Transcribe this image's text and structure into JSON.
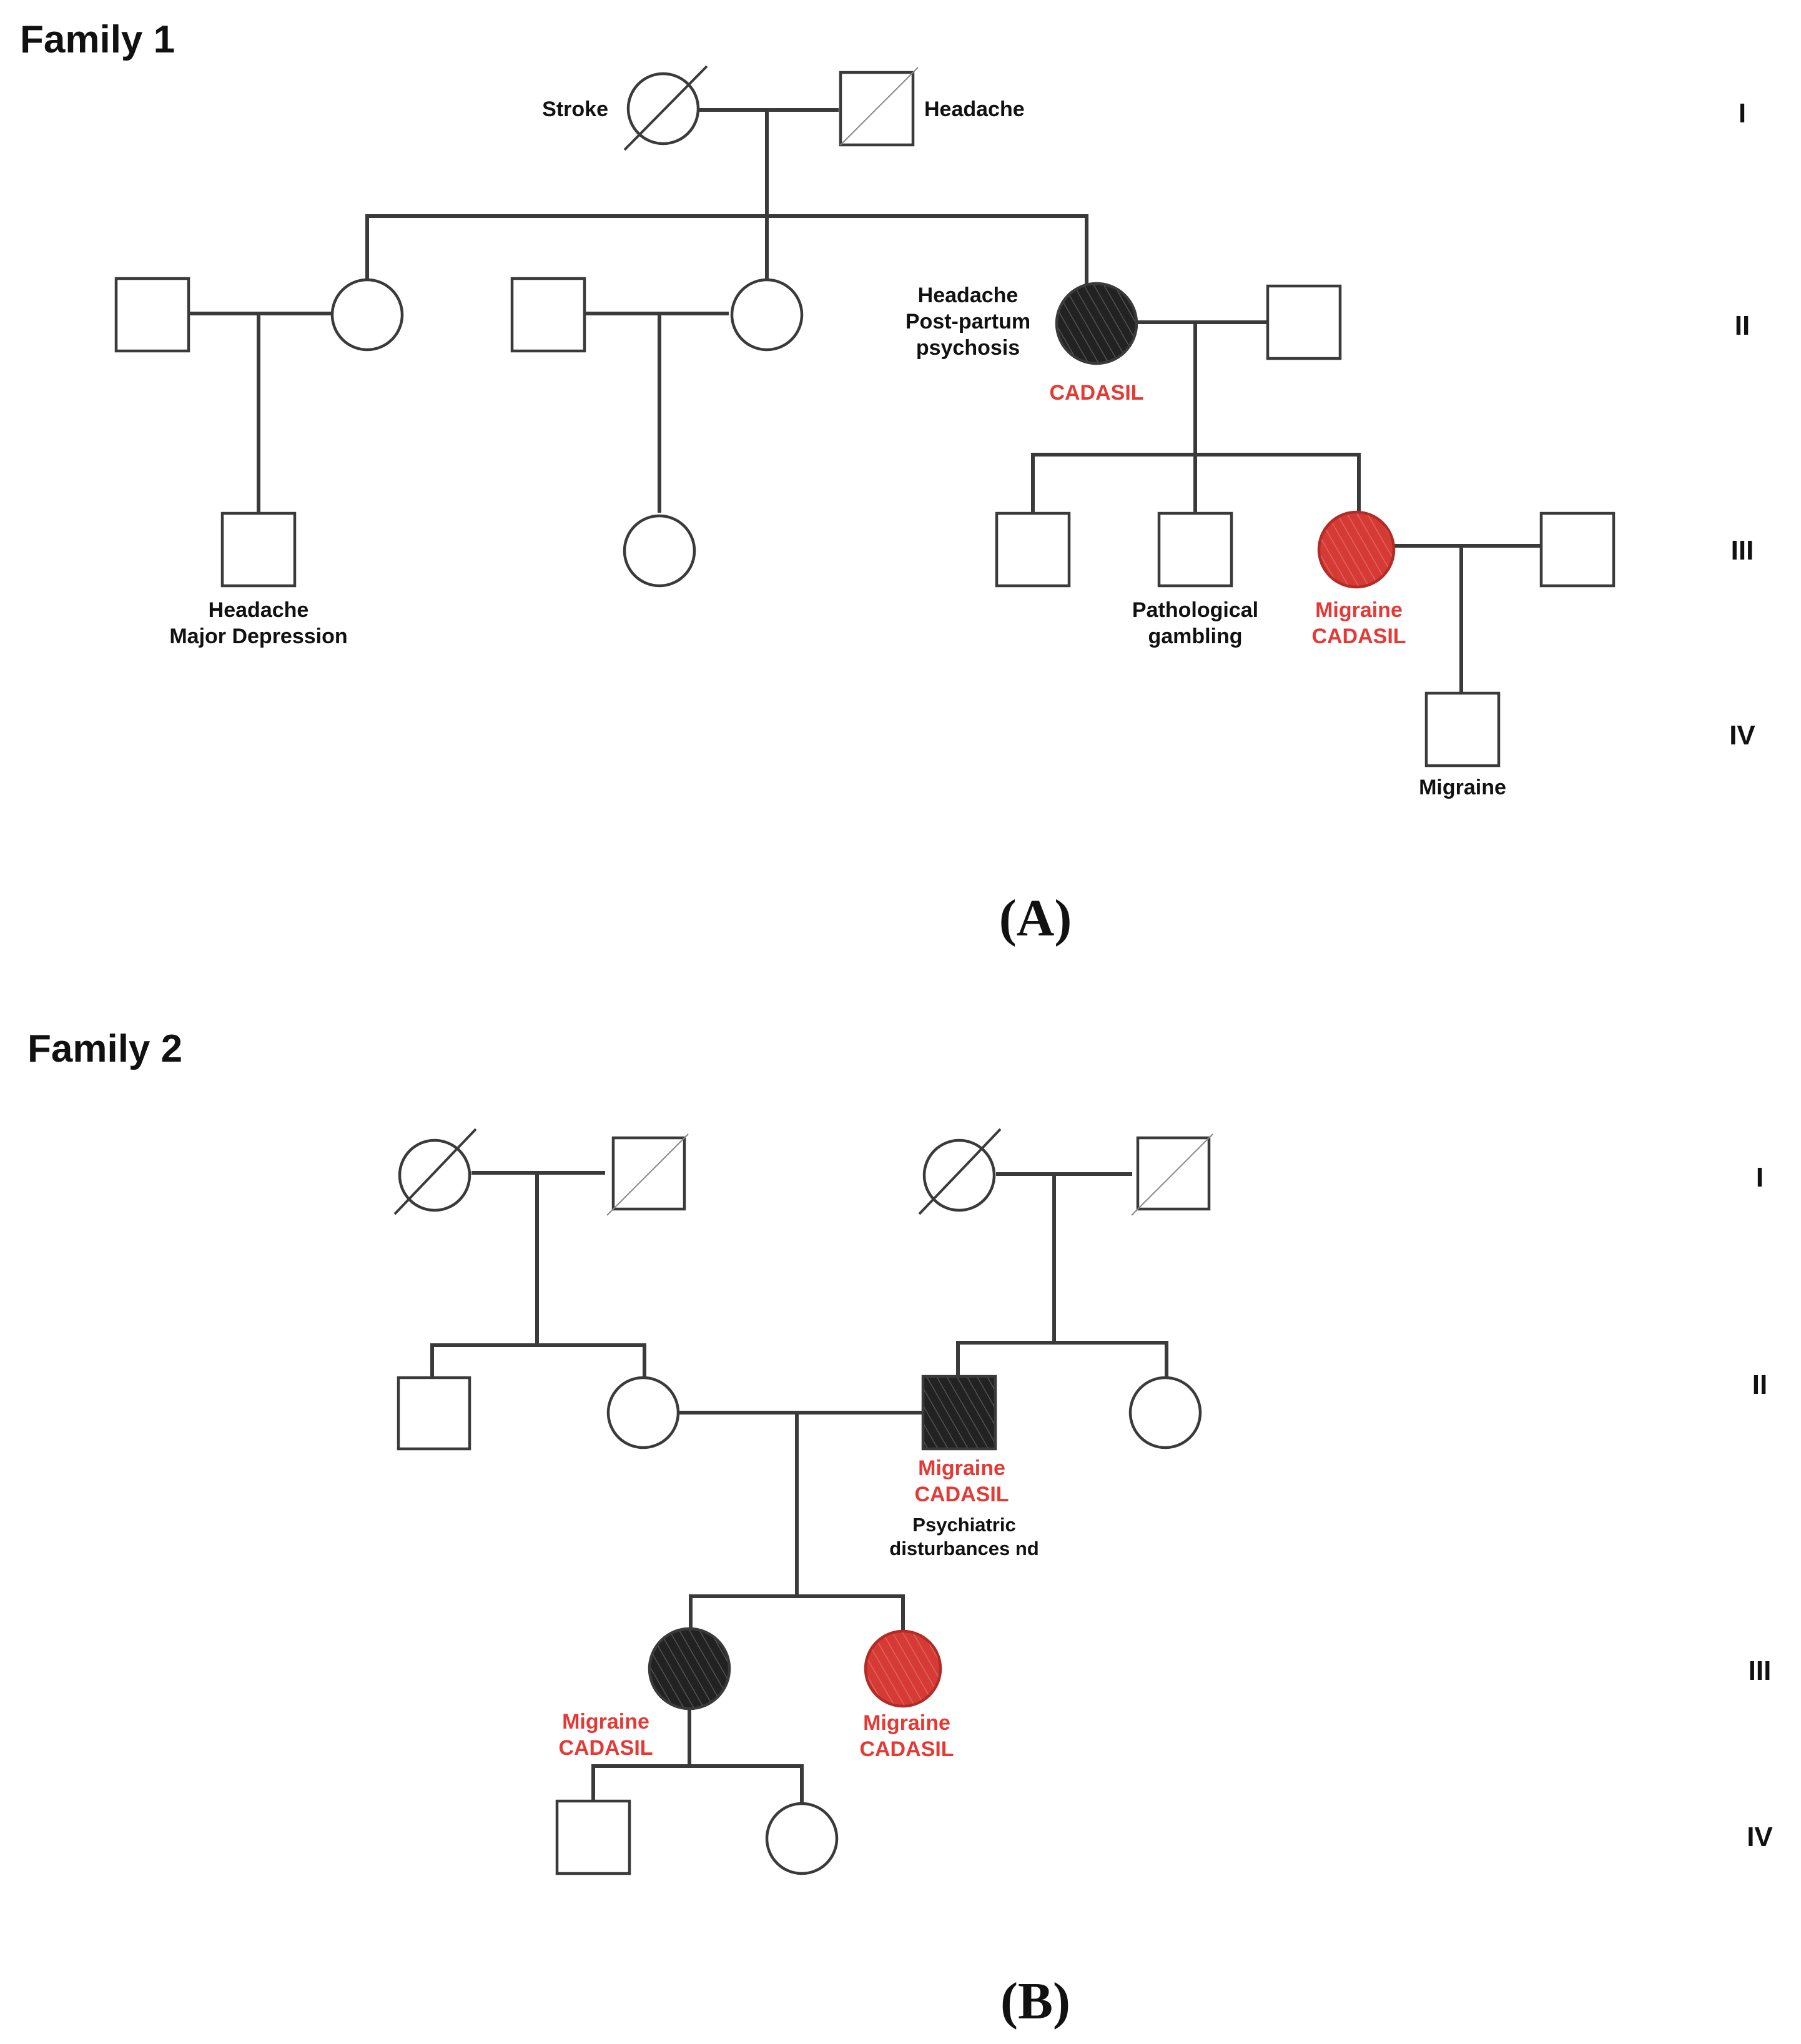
{
  "family1": {
    "title": "Family 1",
    "panel_label": "(A)",
    "generations": [
      "I",
      "II",
      "III",
      "IV"
    ],
    "colors": {
      "affected": "#222222",
      "carrier_highlight": "#d63a35",
      "label_red": "#e53935"
    },
    "labels": {
      "i1": "Stroke",
      "i2": "Headache",
      "ii5_line1": "Headache",
      "ii5_line2": "Post-partum",
      "ii5_line3": "psychosis",
      "ii5_gene": "CADASIL",
      "iii1_line1": "Headache",
      "iii1_line2": "Major Depression",
      "iii4_line1": "Pathological",
      "iii4_line2": "gambling",
      "iii5_line1": "Migraine",
      "iii5_line2": "CADASIL",
      "iv1": "Migraine"
    }
  },
  "family2": {
    "title": "Family 2",
    "panel_label": "(B)",
    "generations": [
      "I",
      "II",
      "III",
      "IV"
    ],
    "labels": {
      "ii4_line1": "Migraine",
      "ii4_line2": "CADASIL",
      "ii4_line3": "Psychiatric",
      "ii4_line4": "disturbances nd",
      "iii1_line1": "Migraine",
      "iii1_line2": "CADASIL",
      "iii2_line1": "Migraine",
      "iii2_line2": "CADASIL"
    }
  }
}
